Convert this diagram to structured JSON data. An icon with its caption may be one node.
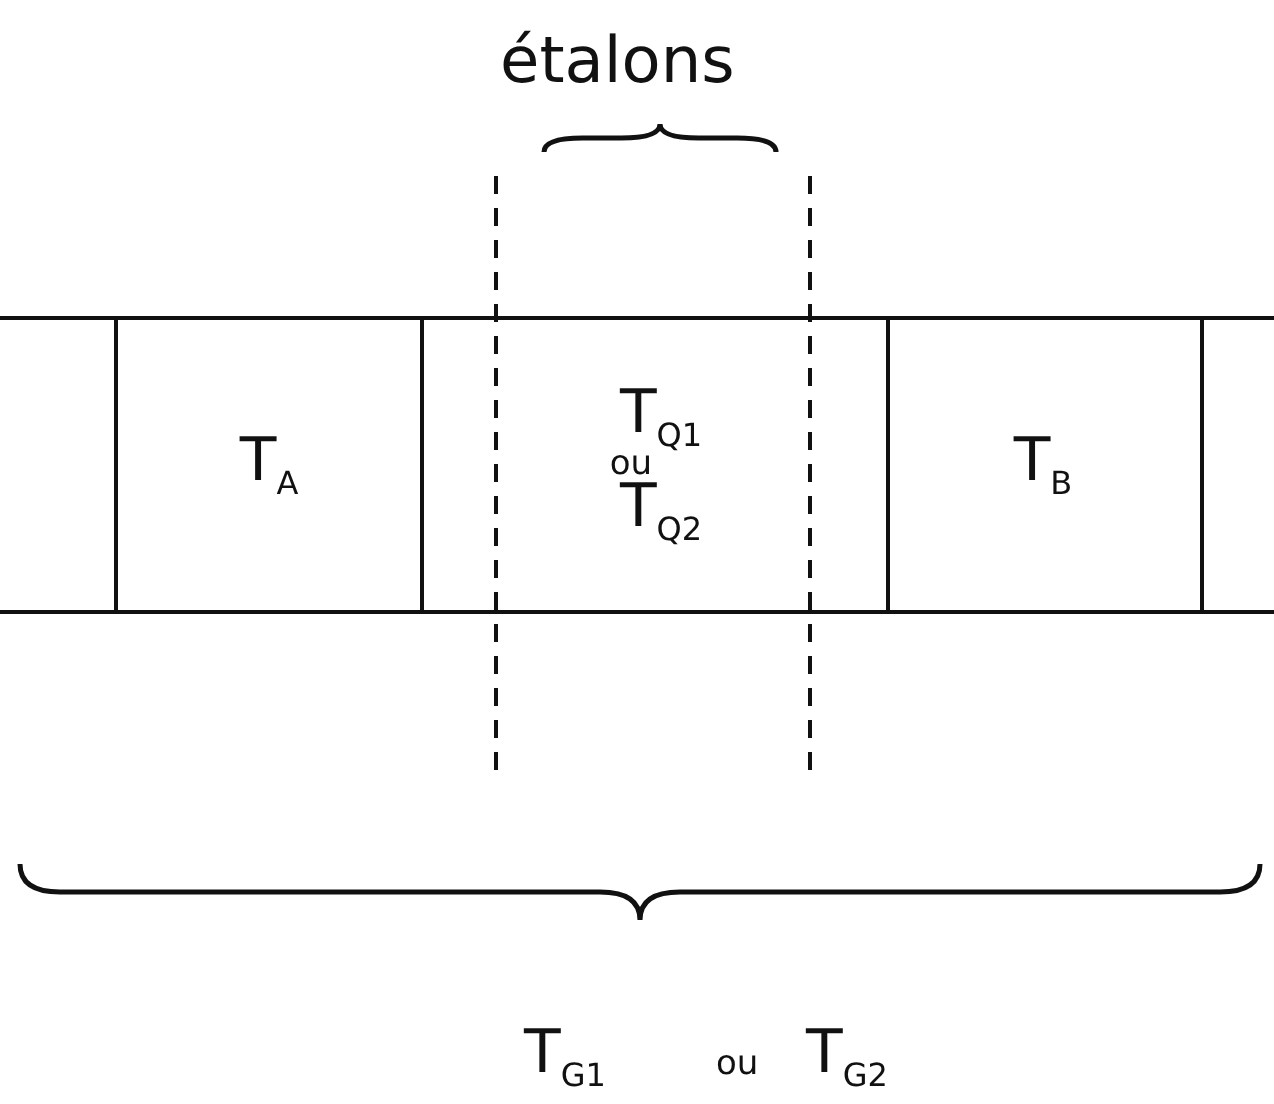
{
  "diagram": {
    "nodes": [
      {
        "text": [],
        "shape": "box"
      },
      {
        "text": [
          "T$_{A}$"
        ]
      },
      {
        "text": [
          "T$_{Q1}$",
          "ou",
          "T$_{Q2}$"
        ]
      },
      {
        "text": [
          "T$_{B}$"
        ]
      },
      {
        "text": [],
        "shape": "box"
      }
    ],
    "labels": [
      "étalons",
      "T$_{G1}$",
      "ou",
      "T$_{G2}$"
    ]
  }
}
